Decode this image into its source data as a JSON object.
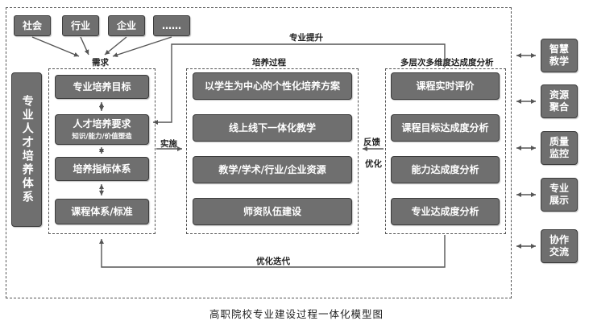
{
  "top_sources": [
    "社会",
    "行业",
    "企业",
    "……"
  ],
  "labels": {
    "demand": "需求",
    "process": "培养过程",
    "analysis": "多层次多维度达成度分析",
    "promotion": "专业提升",
    "implement": "实施",
    "feedback": "反馈",
    "optimize": "优化",
    "iterate": "优化迭代"
  },
  "left_system": "专业人才培养体系",
  "requirements": {
    "goal": "专业培养目标",
    "talent_title": "人才培养要求",
    "talent_sub": "知识/能力/价值塑造",
    "index": "培养指标体系",
    "course": "课程体系/标准"
  },
  "process_items": [
    "以学生为中心的个性化培养方案",
    "线上线下一体化教学",
    "教学/学术/行业/企业资源",
    "师资队伍建设"
  ],
  "analysis_items": [
    "课程实时评价",
    "课程目标达成度分析",
    "能力达成度分析",
    "专业达成度分析"
  ],
  "right_items": [
    "智慧教学",
    "资源聚合",
    "质量监控",
    "专业展示",
    "协作交流"
  ],
  "caption": "高职院校专业建设过程一体化模型图"
}
